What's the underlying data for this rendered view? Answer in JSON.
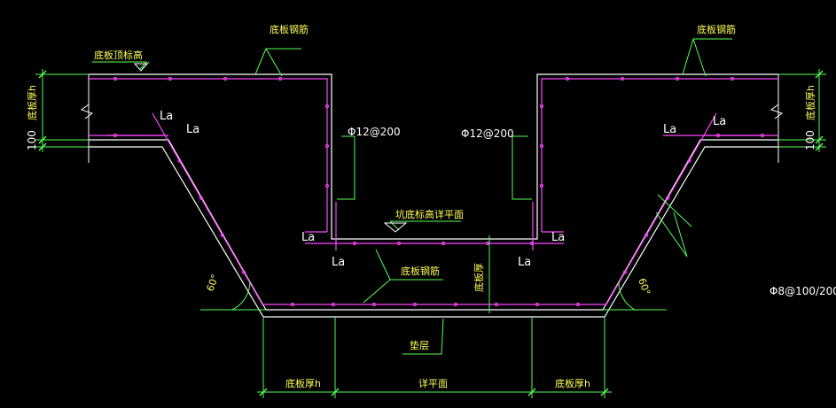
{
  "labels": {
    "top_left_rebar": "底板钢筋",
    "top_right_rebar": "底板钢筋",
    "slab_top_elev": "底板顶标高",
    "pit_bottom_elev": "坑底标高详平面",
    "pit_bottom_rebar": "底板钢筋",
    "cushion": "垫层",
    "thickness_left": "底板厚h",
    "thickness_right": "底板厚h",
    "thickness_mid": "底板厚",
    "dim_100_left": "100",
    "dim_100_right": "100",
    "phi12_left": "Φ12@200",
    "phi12_right": "Φ12@200",
    "phi8": "Φ8@100/200",
    "angle_left": "60°",
    "angle_right": "60°",
    "bottom_left": "底板厚h",
    "bottom_mid": "详平面",
    "bottom_right": "底板厚h",
    "la": "La"
  },
  "colors": {
    "background": "#000000",
    "concrete_outline": "#ffffff",
    "rebar": "#ff44ff",
    "dimension": "#55ff55",
    "text_yellow": "#ffff55",
    "text_white": "#ffffff"
  }
}
